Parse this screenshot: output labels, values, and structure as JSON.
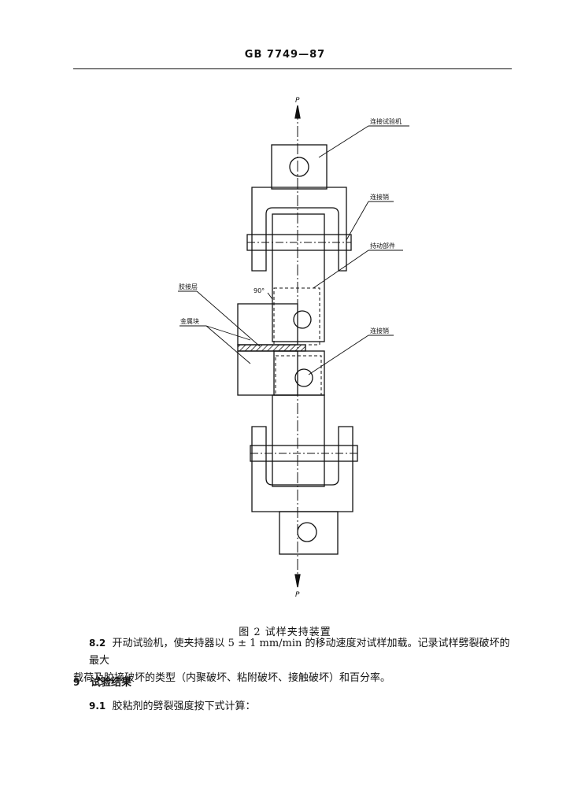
{
  "header": {
    "standard": "GB 7749—87"
  },
  "figure": {
    "labels": {
      "p_top": "P",
      "p_bottom": "P",
      "connect_machine": "连接试验机",
      "connect_pin_top": "连接销",
      "moving_part": "持动部件",
      "adhesive_layer": "胶接层",
      "metal_block": "金属块",
      "connect_pin_bottom": "连接销",
      "angle": "90°"
    },
    "caption": "图 2   试样夹持装置"
  },
  "body": {
    "s82_num": "8.2",
    "s82_line1": "开动试验机，使夹持器以 5 ± 1 mm/min 的移动速度对试样加载。记录试样劈裂破坏的最大",
    "s82_line2": "载荷及胶接破坏的类型（内聚破坏、粘附破坏、接触破坏）和百分率。",
    "s9_num": "9",
    "s9_title": "试验结果",
    "s91_num": "9.1",
    "s91_text": "胶粘剂的劈裂强度按下式计算："
  }
}
